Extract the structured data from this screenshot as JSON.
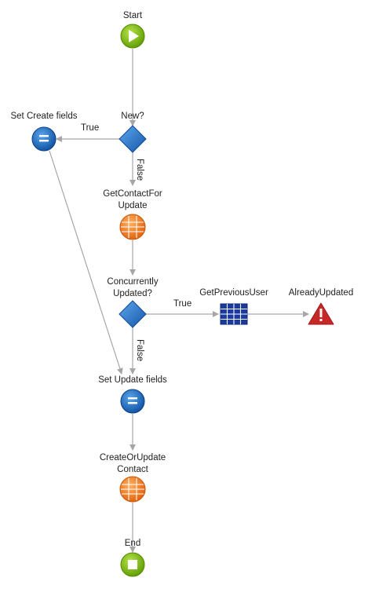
{
  "nodes": {
    "start": {
      "label": "Start",
      "kind": "start"
    },
    "new_check": {
      "label": "New?",
      "kind": "if"
    },
    "set_create": {
      "label": "Set Create fields",
      "kind": "assign"
    },
    "get_contact": {
      "label_line1": "GetContactFor",
      "label_line2": "Update",
      "kind": "aggregate"
    },
    "concurrent_check": {
      "label_line1": "Concurrently",
      "label_line2": "Updated?",
      "kind": "if"
    },
    "get_prev_user": {
      "label": "GetPreviousUser",
      "kind": "query"
    },
    "already_updated": {
      "label": "AlreadyUpdated",
      "kind": "raise-exception"
    },
    "set_update": {
      "label": "Set Update fields",
      "kind": "assign"
    },
    "create_or_update": {
      "label_line1": "CreateOrUpdate",
      "label_line2": "Contact",
      "kind": "aggregate"
    },
    "end": {
      "label": "End",
      "kind": "end"
    }
  },
  "edges": {
    "new_true": "True",
    "new_false": "False",
    "concurrent_true": "True",
    "concurrent_false": "False"
  },
  "icons": {
    "start": "play-icon",
    "end": "stop-icon",
    "if": "diamond-icon",
    "assign": "equals-icon",
    "aggregate": "grid-circle-icon",
    "query": "table-grid-icon",
    "raise-exception": "warning-icon"
  },
  "colors": {
    "start_end": "#7ab800",
    "decision": "#1f6fc5",
    "assign": "#1565c0",
    "aggregate": "#f07a18",
    "query": "#1a3a9e",
    "exception": "#c62828",
    "connector": "#a6a6a6"
  }
}
